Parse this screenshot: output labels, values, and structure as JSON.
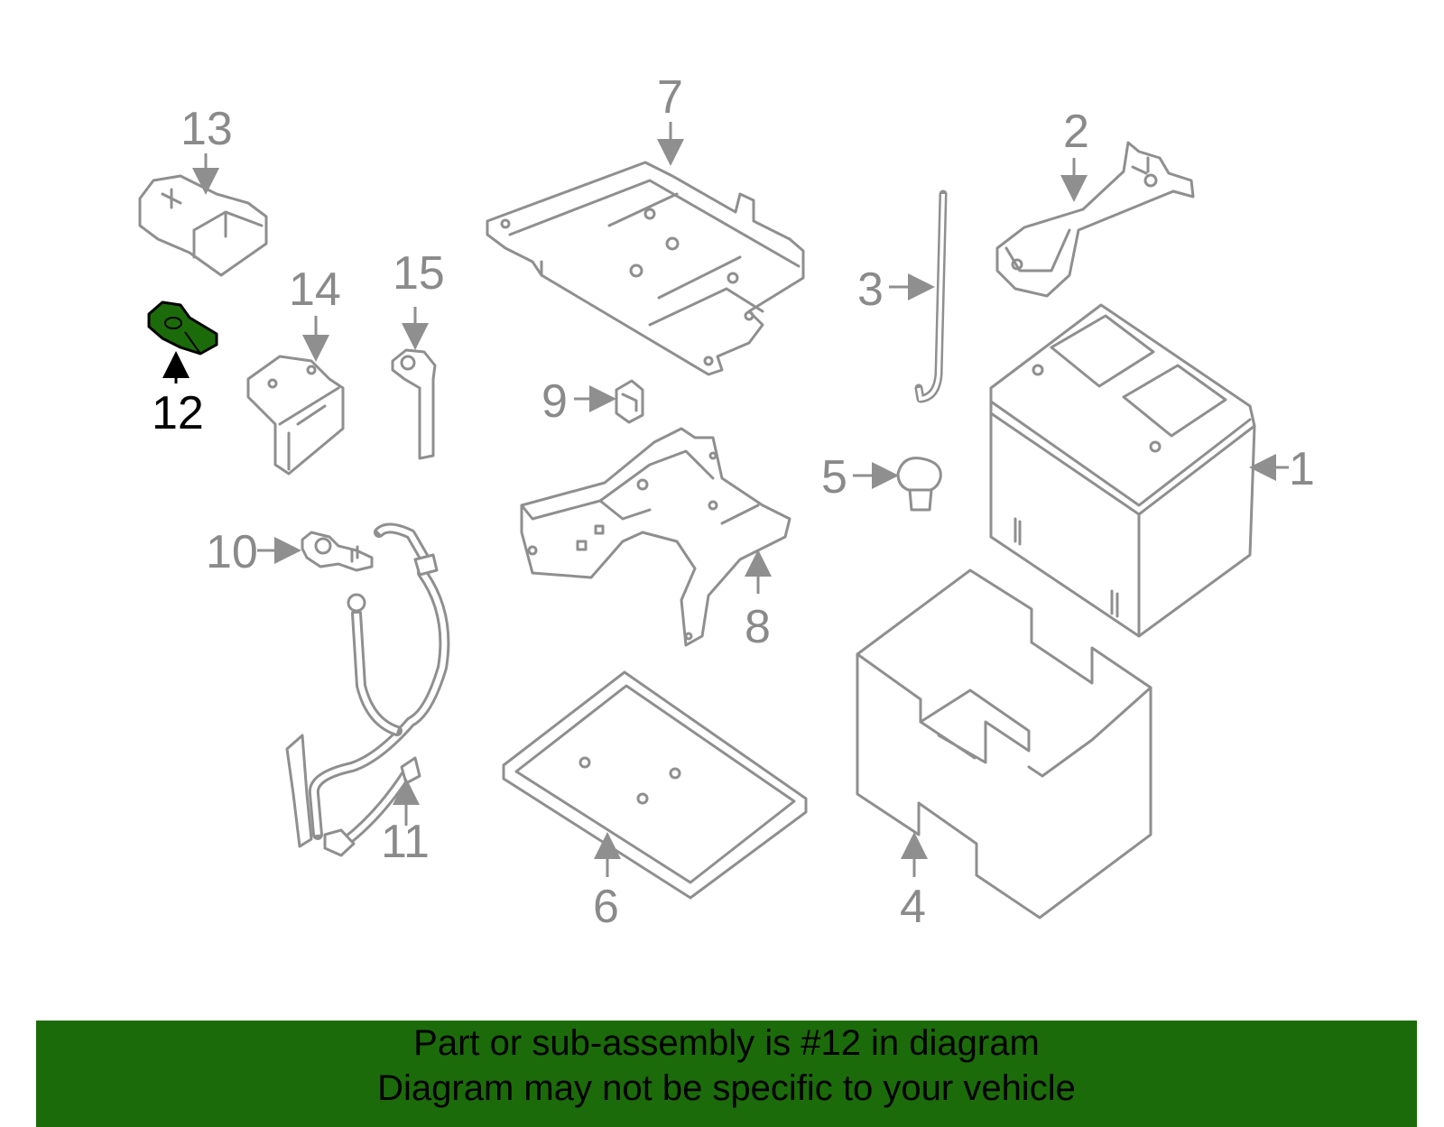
{
  "callouts": {
    "c1": "1",
    "c2": "2",
    "c3": "3",
    "c4": "4",
    "c5": "5",
    "c6": "6",
    "c7": "7",
    "c8": "8",
    "c9": "9",
    "c10": "10",
    "c11": "11",
    "c12": "12",
    "c13": "13",
    "c14": "14",
    "c15": "15"
  },
  "highlight": {
    "part": "12",
    "color": "#1c6b0a"
  },
  "banner": {
    "line1": "Part or sub-assembly is #12 in diagram",
    "line2": "Diagram may not be specific to your vehicle",
    "background": "#1c6b0a"
  }
}
